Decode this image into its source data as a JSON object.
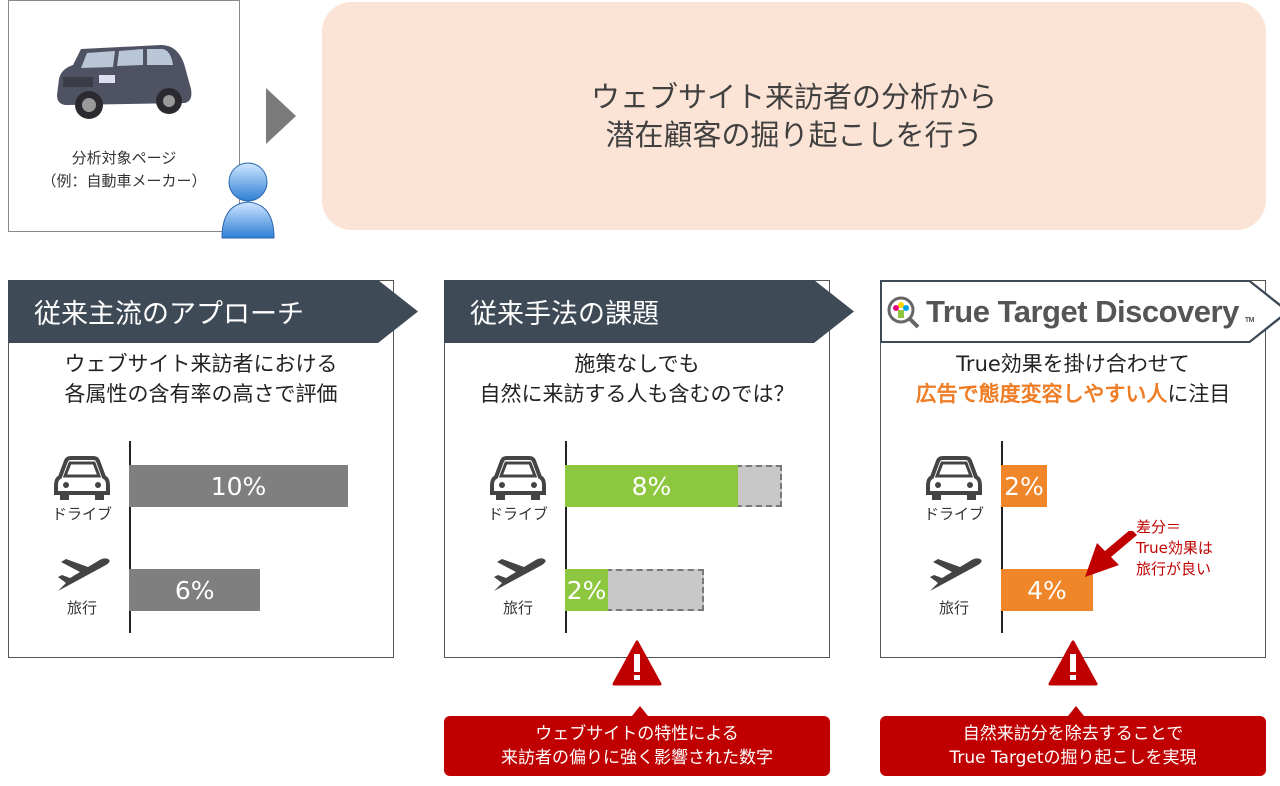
{
  "target": {
    "label_line1": "分析対象ページ",
    "label_line2": "（例：自動車メーカー）"
  },
  "goal": {
    "line1": "ウェブサイト来訪者の分析から",
    "line2": "潜在顧客の掘り起こしを行う"
  },
  "categories": {
    "drive": "ドライブ",
    "travel": "旅行"
  },
  "panels": [
    {
      "title": "従来主流のアプローチ",
      "desc_line1": "ウェブサイト来訪者における",
      "desc_line2": "各属性の含有率の高さで評価",
      "bars": [
        {
          "label": "10%",
          "value": 10
        },
        {
          "label": "6%",
          "value": 6
        }
      ]
    },
    {
      "title": "従来手法の課題",
      "desc_line1": "施策なしでも",
      "desc_line2": "自然に来訪する人も含むのでは？",
      "bars": [
        {
          "label": "8%",
          "value": 8,
          "total": 10
        },
        {
          "label": "2%",
          "value": 2,
          "total": 6.4
        }
      ],
      "callout_line1": "ウェブサイトの特性による",
      "callout_line2": "来訪者の偏りに強く影響された数字"
    },
    {
      "title": "True Target Discovery",
      "tm": "TM",
      "desc_line1": "True効果を掛け合わせて",
      "desc_highlight": "広告で態度変容しやすい人",
      "desc_rest": "に注目",
      "bars": [
        {
          "label": "2%",
          "value": 2
        },
        {
          "label": "4%",
          "value": 4
        }
      ],
      "note_line1": "差分＝",
      "note_line2": "True効果は",
      "note_line3": "旅行が良い",
      "callout_line1": "自然来訪分を除去することで",
      "callout_line2": "True Targetの掘り起こしを実現"
    }
  ],
  "colors": {
    "gray": "#7f7f7f",
    "green": "#8dc63f",
    "orange": "#f0862a",
    "red": "#c00000",
    "header": "#3e4a56"
  }
}
